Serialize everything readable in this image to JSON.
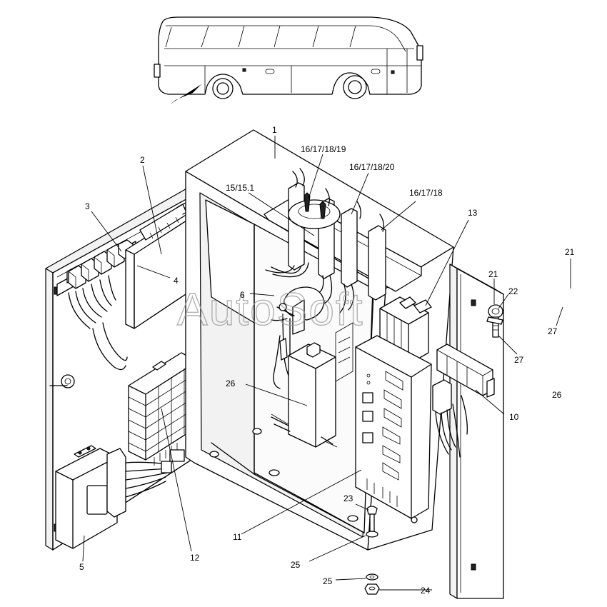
{
  "watermark": "AutoSoft",
  "callouts": [
    {
      "id": "c1",
      "text": "1"
    },
    {
      "id": "c2",
      "text": "2"
    },
    {
      "id": "c3",
      "text": "3"
    },
    {
      "id": "c4",
      "text": "4"
    },
    {
      "id": "c5",
      "text": "5"
    },
    {
      "id": "c6",
      "text": "6"
    },
    {
      "id": "c10",
      "text": "10"
    },
    {
      "id": "c11",
      "text": "11"
    },
    {
      "id": "c12",
      "text": "12"
    },
    {
      "id": "c13",
      "text": "13"
    },
    {
      "id": "c15",
      "text": "15/15.1"
    },
    {
      "id": "c16a",
      "text": "16/17/18/19"
    },
    {
      "id": "c16b",
      "text": "16/17/18/20"
    },
    {
      "id": "c16c",
      "text": "16/17/18"
    },
    {
      "id": "c21a",
      "text": "21"
    },
    {
      "id": "c21b",
      "text": "21"
    },
    {
      "id": "c22",
      "text": "22"
    },
    {
      "id": "c23",
      "text": "23"
    },
    {
      "id": "c24",
      "text": "24"
    },
    {
      "id": "c25a",
      "text": "25"
    },
    {
      "id": "c25b",
      "text": "25"
    },
    {
      "id": "c26a",
      "text": "26"
    },
    {
      "id": "c26b",
      "text": "26"
    },
    {
      "id": "c27a",
      "text": "27"
    },
    {
      "id": "c27b",
      "text": "27"
    }
  ]
}
